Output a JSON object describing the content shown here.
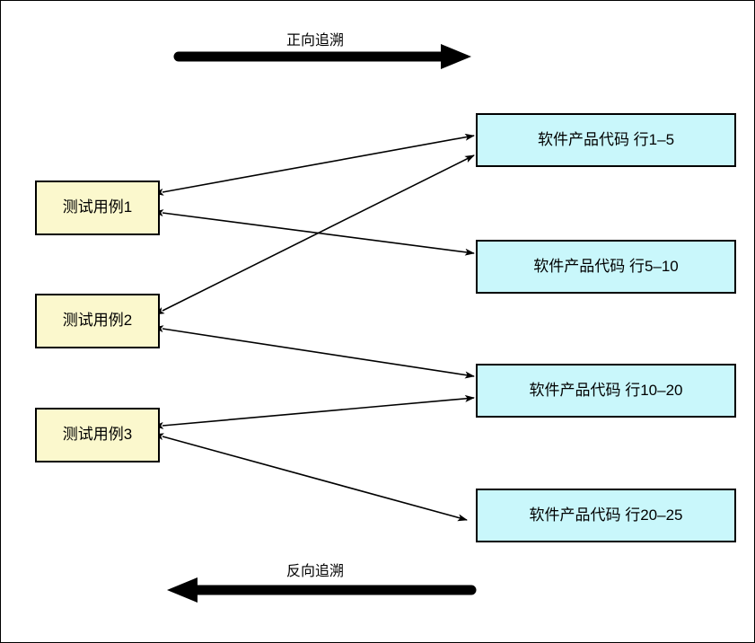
{
  "diagram": {
    "title_forward": "正向追溯",
    "title_backward": "反向追溯",
    "background_color": "#ffffff",
    "border_color": "#000000",
    "testcase_fill": "#fbf8cd",
    "code_fill": "#c9f7fb",
    "arrow_color": "#000000"
  },
  "testcases": [
    {
      "id": "tc1",
      "label": "测试用例1"
    },
    {
      "id": "tc2",
      "label": "测试用例2"
    },
    {
      "id": "tc3",
      "label": "测试用例3"
    }
  ],
  "code_blocks": [
    {
      "id": "cd1",
      "label": "软件产品代码 行1–5"
    },
    {
      "id": "cd2",
      "label": "软件产品代码 行5–10"
    },
    {
      "id": "cd3",
      "label": "软件产品代码 行10–20"
    },
    {
      "id": "cd4",
      "label": "软件产品代码 行20–25"
    }
  ],
  "links": [
    {
      "from": "tc1",
      "to": "cd1",
      "bidirectional": true
    },
    {
      "from": "tc1",
      "to": "cd2",
      "bidirectional": true
    },
    {
      "from": "tc2",
      "to": "cd1",
      "bidirectional": true
    },
    {
      "from": "tc2",
      "to": "cd3",
      "bidirectional": true
    },
    {
      "from": "tc3",
      "to": "cd3",
      "bidirectional": true
    },
    {
      "from": "tc3",
      "to": "cd4",
      "bidirectional": true
    }
  ]
}
